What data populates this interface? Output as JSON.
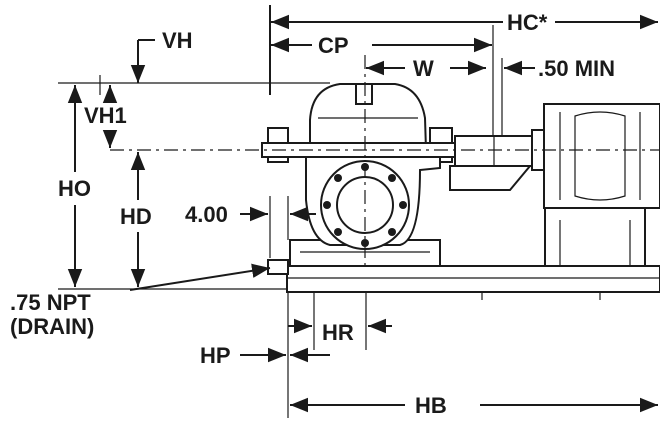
{
  "diagram": {
    "labels": {
      "hc": "HC*",
      "vh": "VH",
      "cp": "CP",
      "w": "W",
      "min50": ".50 MIN",
      "vh1": "VH1",
      "ho": "HO",
      "hd": "HD",
      "dim400": "4.00",
      "npt_line1": ".75 NPT",
      "npt_line2": "(DRAIN)",
      "hr": "HR",
      "hp": "HP",
      "hb": "HB"
    },
    "parts": [
      "pump-casing",
      "suction-flange",
      "shaft-coupling",
      "motor",
      "motor-pedestal",
      "baseplate"
    ]
  }
}
